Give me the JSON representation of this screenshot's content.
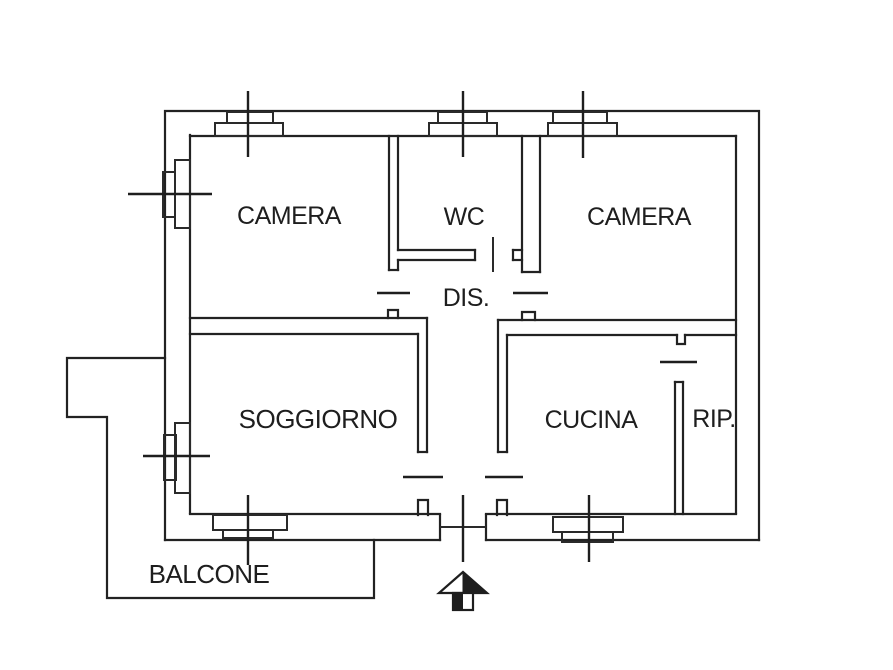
{
  "rooms": {
    "camera_left": {
      "label": "CAMERA"
    },
    "wc": {
      "label": "WC"
    },
    "camera_right": {
      "label": "CAMERA"
    },
    "disimpegno": {
      "label": "DIS."
    },
    "soggiorno": {
      "label": "SOGGIORNO"
    },
    "cucina": {
      "label": "CUCINA"
    },
    "ripostiglio": {
      "label": "RIP."
    },
    "balcone": {
      "label": "BALCONE"
    }
  },
  "icons": {
    "entrance_arrow": "up-arrow-entrance"
  },
  "colors": {
    "background": "#ffffff",
    "line": "#222222",
    "arrow_fill": "#1e1e1e"
  }
}
